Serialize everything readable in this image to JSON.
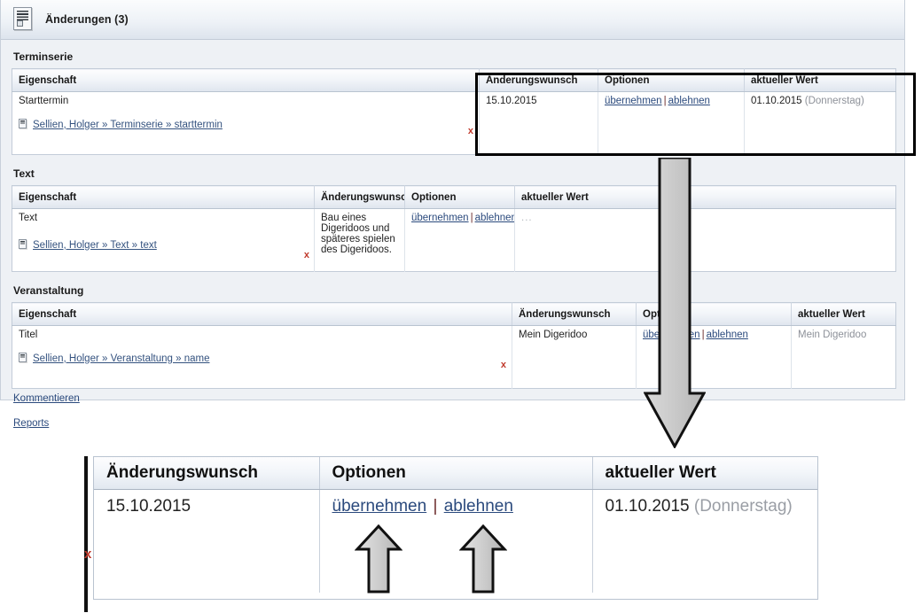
{
  "panel": {
    "header": {
      "icon": "changes-document-icon",
      "title": "Änderungen (3)"
    }
  },
  "colors": {
    "link": "#2b4a7d",
    "header_gradient_top": "#fdfdfe",
    "header_gradient_bottom": "#dfe5ee",
    "panel_background": "#eef1f5",
    "annotation_box": "#000000",
    "annotation_arrow": "#c8c8c8",
    "error_marker": "#c0392b"
  },
  "sections": [
    {
      "title": "Terminserie",
      "columns": [
        "Eigenschaft",
        "Änderungswunsch",
        "Optionen",
        "aktueller Wert"
      ],
      "row": {
        "property": "Starttermin",
        "trail": "Sellien, Holger  » Terminserie » starttermin",
        "marker": "x",
        "change_request": "15.10.2015",
        "options": {
          "accept": "übernehmen",
          "separator": "|",
          "reject": "ablehnen"
        },
        "current_value": "01.10.2015",
        "current_value_note": "(Donnerstag)"
      }
    },
    {
      "title": "Text",
      "columns": [
        "Eigenschaft",
        "Änderungswunsch",
        "Optionen",
        "aktueller Wert"
      ],
      "row": {
        "property": "Text",
        "trail": "Sellien, Holger  » Text » text",
        "marker": "x",
        "change_request": "Bau eines Digeridoos und späteres spielen des Digeridoos.",
        "options": {
          "accept": "übernehmen",
          "separator": "|",
          "reject": "ablehnen"
        },
        "current_value": "...",
        "current_value_note": ""
      }
    },
    {
      "title": "Veranstaltung",
      "columns": [
        "Eigenschaft",
        "Änderungswunsch",
        "Optionen",
        "aktueller Wert"
      ],
      "row": {
        "property": "Titel",
        "trail": "Sellien, Holger  » Veranstaltung » name",
        "marker": "x",
        "change_request": "Mein Digeridoo",
        "options": {
          "accept": "übernehmen",
          "separator": "|",
          "reject": "ablehnen"
        },
        "current_value": "Mein Digeridoo",
        "current_value_note": ""
      }
    }
  ],
  "bottom_links": {
    "comment": "Kommentieren",
    "reports": "Reports"
  },
  "callout": {
    "columns": [
      "Änderungswunsch",
      "Optionen",
      "aktueller Wert"
    ],
    "row": {
      "change_request": "15.10.2015",
      "options": {
        "accept": "übernehmen",
        "separator": "|",
        "reject": "ablehnen"
      },
      "current_value": "01.10.2015",
      "current_value_note": "(Donnerstag)",
      "marker": "x"
    }
  }
}
